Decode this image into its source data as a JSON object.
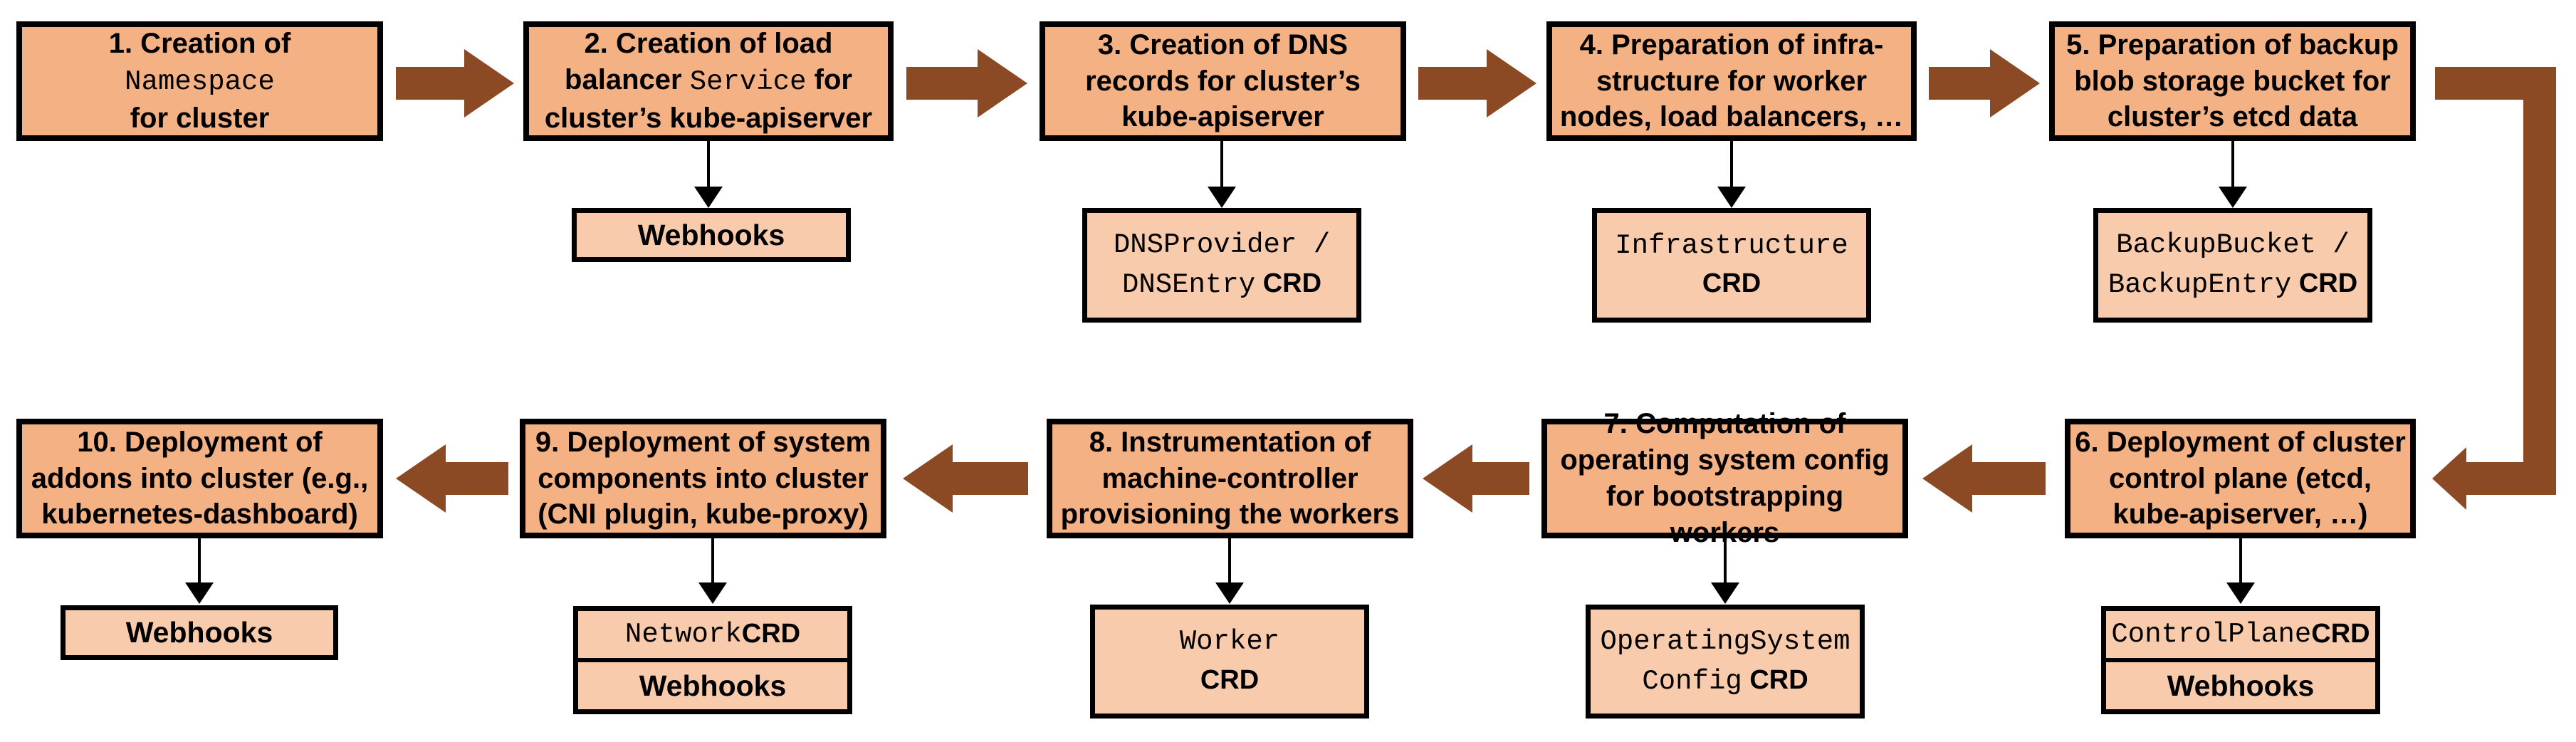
{
  "colors": {
    "background": "#FFFFFF",
    "main_box_fill": "#F4B183",
    "sub_box_fill": "#F8CBAD",
    "outline": "#000000",
    "flow_arrow_brown": "#8B4A23"
  },
  "steps": [
    {
      "id": "1",
      "title": [
        {
          "t": "1. Creation of"
        },
        {
          "br": true
        },
        {
          "t": "Namespace",
          "m": true
        },
        {
          "br": true
        },
        {
          "t": "for cluster"
        }
      ],
      "sub": null
    },
    {
      "id": "2",
      "title": [
        {
          "t": "2. Creation of load balancer "
        },
        {
          "t": "Service",
          "m": true
        },
        {
          "t": " for cluster’s kube-apiserver"
        }
      ],
      "sub": {
        "kind": "single",
        "rows": [
          [
            {
              "t": "Webhooks",
              "b": true
            }
          ]
        ]
      }
    },
    {
      "id": "3",
      "title": [
        {
          "t": "3. Creation of DNS records for cluster’s kube-apiserver"
        }
      ],
      "sub": {
        "kind": "single",
        "rows": [
          [
            {
              "t": "DNSProvider /",
              "m": true
            },
            {
              "br": true
            },
            {
              "t": "DNSEntry",
              "m": true
            },
            {
              "t": " CRD",
              "b": true
            }
          ]
        ]
      }
    },
    {
      "id": "4",
      "title": [
        {
          "t": "4. Preparation of infra-structure for worker nodes, load balancers, …"
        }
      ],
      "sub": {
        "kind": "single",
        "rows": [
          [
            {
              "t": "Infrastructure",
              "m": true
            },
            {
              "br": true
            },
            {
              "t": "CRD",
              "b": true
            }
          ]
        ]
      }
    },
    {
      "id": "5",
      "title": [
        {
          "t": "5. Preparation of backup blob storage bucket for cluster’s etcd data"
        }
      ],
      "sub": {
        "kind": "single",
        "rows": [
          [
            {
              "t": "BackupBucket /",
              "m": true
            },
            {
              "br": true
            },
            {
              "t": "BackupEntry",
              "m": true
            },
            {
              "t": " CRD",
              "b": true
            }
          ]
        ]
      }
    },
    {
      "id": "6",
      "title": [
        {
          "t": "6. Deployment of cluster control plane (etcd, kube-apiserver, …)"
        }
      ],
      "sub": {
        "kind": "stacked",
        "rows": [
          [
            {
              "t": "ControlPlane",
              "m": true
            },
            {
              "t": " CRD",
              "b": true
            }
          ],
          [
            {
              "t": "Webhooks",
              "b": true
            }
          ]
        ]
      }
    },
    {
      "id": "7",
      "title": [
        {
          "t": "7. Computation of operating system config for bootstrapping workers"
        }
      ],
      "sub": {
        "kind": "single",
        "rows": [
          [
            {
              "t": "OperatingSystem",
              "m": true
            },
            {
              "br": true
            },
            {
              "t": "Config",
              "m": true
            },
            {
              "t": " CRD",
              "b": true
            }
          ]
        ]
      }
    },
    {
      "id": "8",
      "title": [
        {
          "t": "8. Instrumentation of machine-controller provisioning the workers"
        }
      ],
      "sub": {
        "kind": "single",
        "rows": [
          [
            {
              "t": "Worker",
              "m": true
            },
            {
              "br": true
            },
            {
              "t": "CRD",
              "b": true
            }
          ]
        ]
      }
    },
    {
      "id": "9",
      "title": [
        {
          "t": "9. Deployment of system components into cluster (CNI plugin, kube-proxy)"
        }
      ],
      "sub": {
        "kind": "stacked",
        "rows": [
          [
            {
              "t": "Network",
              "m": true
            },
            {
              "t": " CRD",
              "b": true
            }
          ],
          [
            {
              "t": "Webhooks",
              "b": true
            }
          ]
        ]
      }
    },
    {
      "id": "10",
      "title": [
        {
          "t": "10. Deployment of addons into cluster (e.g., kubernetes-dashboard)"
        }
      ],
      "sub": {
        "kind": "single",
        "rows": [
          [
            {
              "t": "Webhooks",
              "b": true
            }
          ]
        ]
      }
    }
  ]
}
